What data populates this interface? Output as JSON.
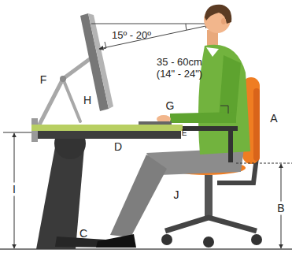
{
  "diagram": {
    "labels": [
      "15º - 20º",
      "35 - 60cm (14\" - 24\")",
      "A",
      "B",
      "C",
      "D",
      "E",
      "F",
      "G",
      "H",
      "I",
      "J"
    ]
  }
}
